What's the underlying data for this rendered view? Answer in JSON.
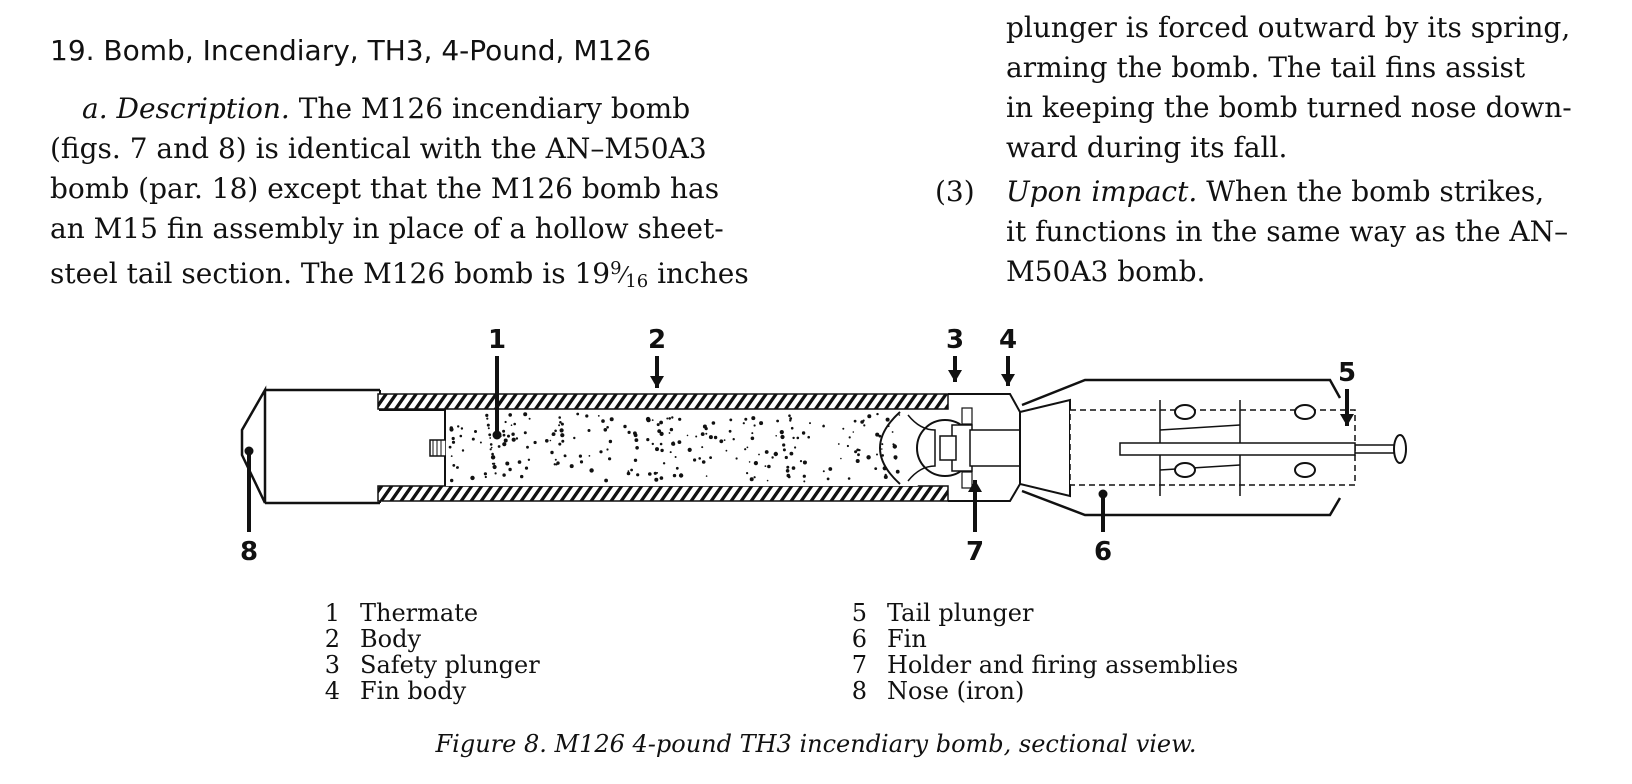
{
  "section": {
    "title": "19. Bomb, Incendiary, TH3, 4-Pound, M126"
  },
  "left_column": {
    "para_label": "a.",
    "para_heading": "Description.",
    "para_text_1": "The M126 incendiary bomb",
    "lines": [
      "(figs. 7 and 8) is identical with the AN–M50A3",
      "bomb (par. 18) except that the M126 bomb has",
      "an M15 fin assembly in place of a hollow sheet-"
    ],
    "last_line_text": "steel tail section.  The M126 bomb is 19",
    "fraction_num": "9",
    "fraction_den": "16",
    "last_line_end": "inches"
  },
  "right_column": {
    "cont_lines": [
      "plunger is forced outward by its spring,",
      "arming the bomb.  The tail fins assist",
      "in keeping the bomb turned nose down-",
      "ward during its fall."
    ],
    "item3_number": "(3)",
    "item3_heading": "Upon impact.",
    "item3_text_1": "When the bomb strikes,",
    "item3_lines": [
      "it functions in the same way as the AN–",
      "M50A3 bomb."
    ]
  },
  "figure": {
    "callouts": [
      "1",
      "2",
      "3",
      "4",
      "5",
      "6",
      "7",
      "8"
    ],
    "legend_left": [
      {
        "num": "1",
        "label": "Thermate"
      },
      {
        "num": "2",
        "label": "Body"
      },
      {
        "num": "3",
        "label": "Safety plunger"
      },
      {
        "num": "4",
        "label": "Fin body"
      }
    ],
    "legend_right": [
      {
        "num": "5",
        "label": "Tail plunger"
      },
      {
        "num": "6",
        "label": "Fin"
      },
      {
        "num": "7",
        "label": "Holder and firing assemblies"
      },
      {
        "num": "8",
        "label": "Nose (iron)"
      }
    ],
    "caption": "Figure 8. M126 4-pound TH3 incendiary bomb, sectional view."
  }
}
